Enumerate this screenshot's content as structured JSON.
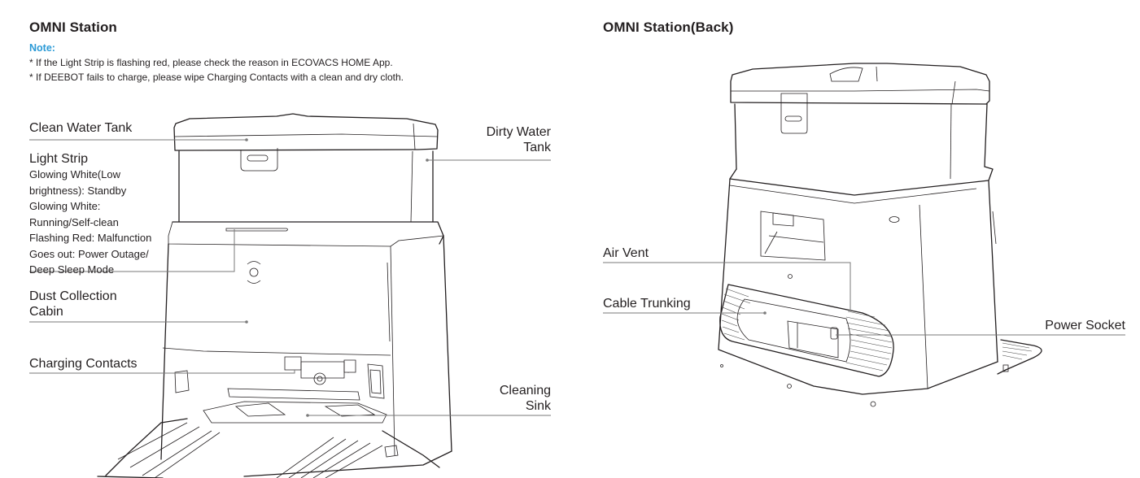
{
  "left_panel": {
    "title": "OMNI Station",
    "note_label": "Note:",
    "notes": [
      "* If the Light Strip is flashing red, please check the reason in ECOVACS HOME App.",
      "* If DEEBOT fails to charge, please wipe Charging Contacts with a clean and dry cloth."
    ],
    "callouts": {
      "clean_water_tank": "Clean Water Tank",
      "light_strip": {
        "title": "Light Strip",
        "lines": [
          "Glowing White(Low",
          "brightness): Standby",
          "Glowing White:",
          "Running/Self-clean",
          "Flashing Red: Malfunction",
          "Goes out: Power Outage/",
          "Deep Sleep Mode"
        ]
      },
      "dust_collection_cabin": [
        "Dust Collection",
        "Cabin"
      ],
      "charging_contacts": "Charging Contacts",
      "dirty_water_tank": [
        "Dirty Water",
        "Tank"
      ],
      "cleaning_sink": [
        "Cleaning",
        "Sink"
      ]
    }
  },
  "right_panel": {
    "title": "OMNI Station(Back)",
    "callouts": {
      "air_vent": "Air Vent",
      "cable_trunking": "Cable Trunking",
      "power_socket": "Power Socket"
    }
  },
  "colors": {
    "note_accent": "#2b9ad6",
    "text": "#231f20",
    "leader_line": "#7a7a7a"
  }
}
